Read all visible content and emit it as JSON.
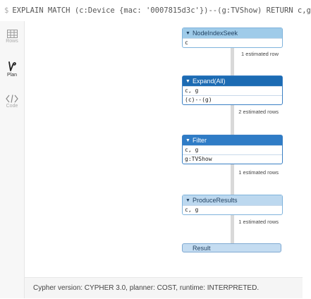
{
  "query": {
    "prompt": "$",
    "text": "EXPLAIN MATCH (c:Device {mac: '0007815d3c'})--(g:TVShow) RETURN c,g"
  },
  "sidebar": {
    "items": [
      {
        "label": "Rows",
        "icon": "table-icon",
        "active": false
      },
      {
        "label": "Plan",
        "icon": "plan-icon",
        "active": true
      },
      {
        "label": "Code",
        "icon": "code-icon",
        "active": false
      }
    ]
  },
  "plan": {
    "operators": [
      {
        "name": "NodeIndexSeek",
        "rows": [
          "c"
        ],
        "estimate": "1 estimated row"
      },
      {
        "name": "Expand(All)",
        "rows": [
          "c, g",
          "(c)--(g)"
        ],
        "estimate": "2 estimated rows"
      },
      {
        "name": "Filter",
        "rows": [
          "c, g",
          "g:TVShow"
        ],
        "estimate": "1 estimated rows"
      },
      {
        "name": "ProduceResults",
        "rows": [
          "c, g"
        ],
        "estimate": "1 estimated rows"
      }
    ],
    "result_label": "Result",
    "colors": {
      "header_light": "#9fcbe9",
      "header_dark": "#1c6bb3",
      "connector": "#d9d9d9",
      "border": "#3a7fc4"
    }
  },
  "footer": {
    "text": "Cypher version: CYPHER 3.0, planner: COST, runtime: INTERPRETED."
  }
}
